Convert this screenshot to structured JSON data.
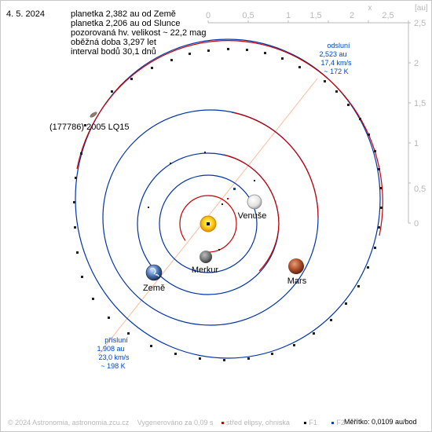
{
  "date": "4. 5. 2024",
  "info_lines": [
    "planetka 2,382 au od Země",
    "planetka 2,206 au od Slunce",
    "pozorovaná hv. velikost ~ 22,2 mag",
    "oběžná doba 3,297 let",
    "interval bodů 30,1 dnů"
  ],
  "asteroid_label": "(177786) 2005 LQ15",
  "aphelion": {
    "title": "odsluní",
    "distance": "2,523 au",
    "speed": "17,4 km/s",
    "temp": "~ 172 K"
  },
  "perihelion": {
    "title": "přísluní",
    "distance": "1,908 au",
    "speed": "23,0 km/s",
    "temp": "~ 198 K"
  },
  "planets": {
    "venus": "Venuše",
    "earth": "Země",
    "mercury": "Merkur",
    "mars": "Mars"
  },
  "axis": {
    "x_unit": "x",
    "y_unit": "[au]",
    "x_ticks": [
      "0",
      "0,5",
      "1",
      "1,5",
      "2",
      "2,5"
    ],
    "y_ticks": [
      "2,5",
      "2",
      "1,5",
      "1",
      "0,5",
      "0"
    ]
  },
  "footer": {
    "copyright": "© 2024 Astronomia, astronomia.zcu.cz",
    "generated": "Vygenerováno za 0,09 s",
    "center_legend": "střed elipsy, ohniska",
    "f1": "F1",
    "f2": "F2",
    "scale": "Měřítko: 0,0109 au/bod"
  },
  "colors": {
    "orbit_outside": "#cc0000",
    "orbit_inside": "#0033aa",
    "apsis_line": "#ffbb99",
    "annotation_blue": "#0044cc",
    "axis_gray": "#b8b8b8"
  },
  "icons": [
    "sun-icon",
    "venus-icon",
    "earth-icon",
    "mercury-icon",
    "mars-icon",
    "asteroid-icon"
  ]
}
